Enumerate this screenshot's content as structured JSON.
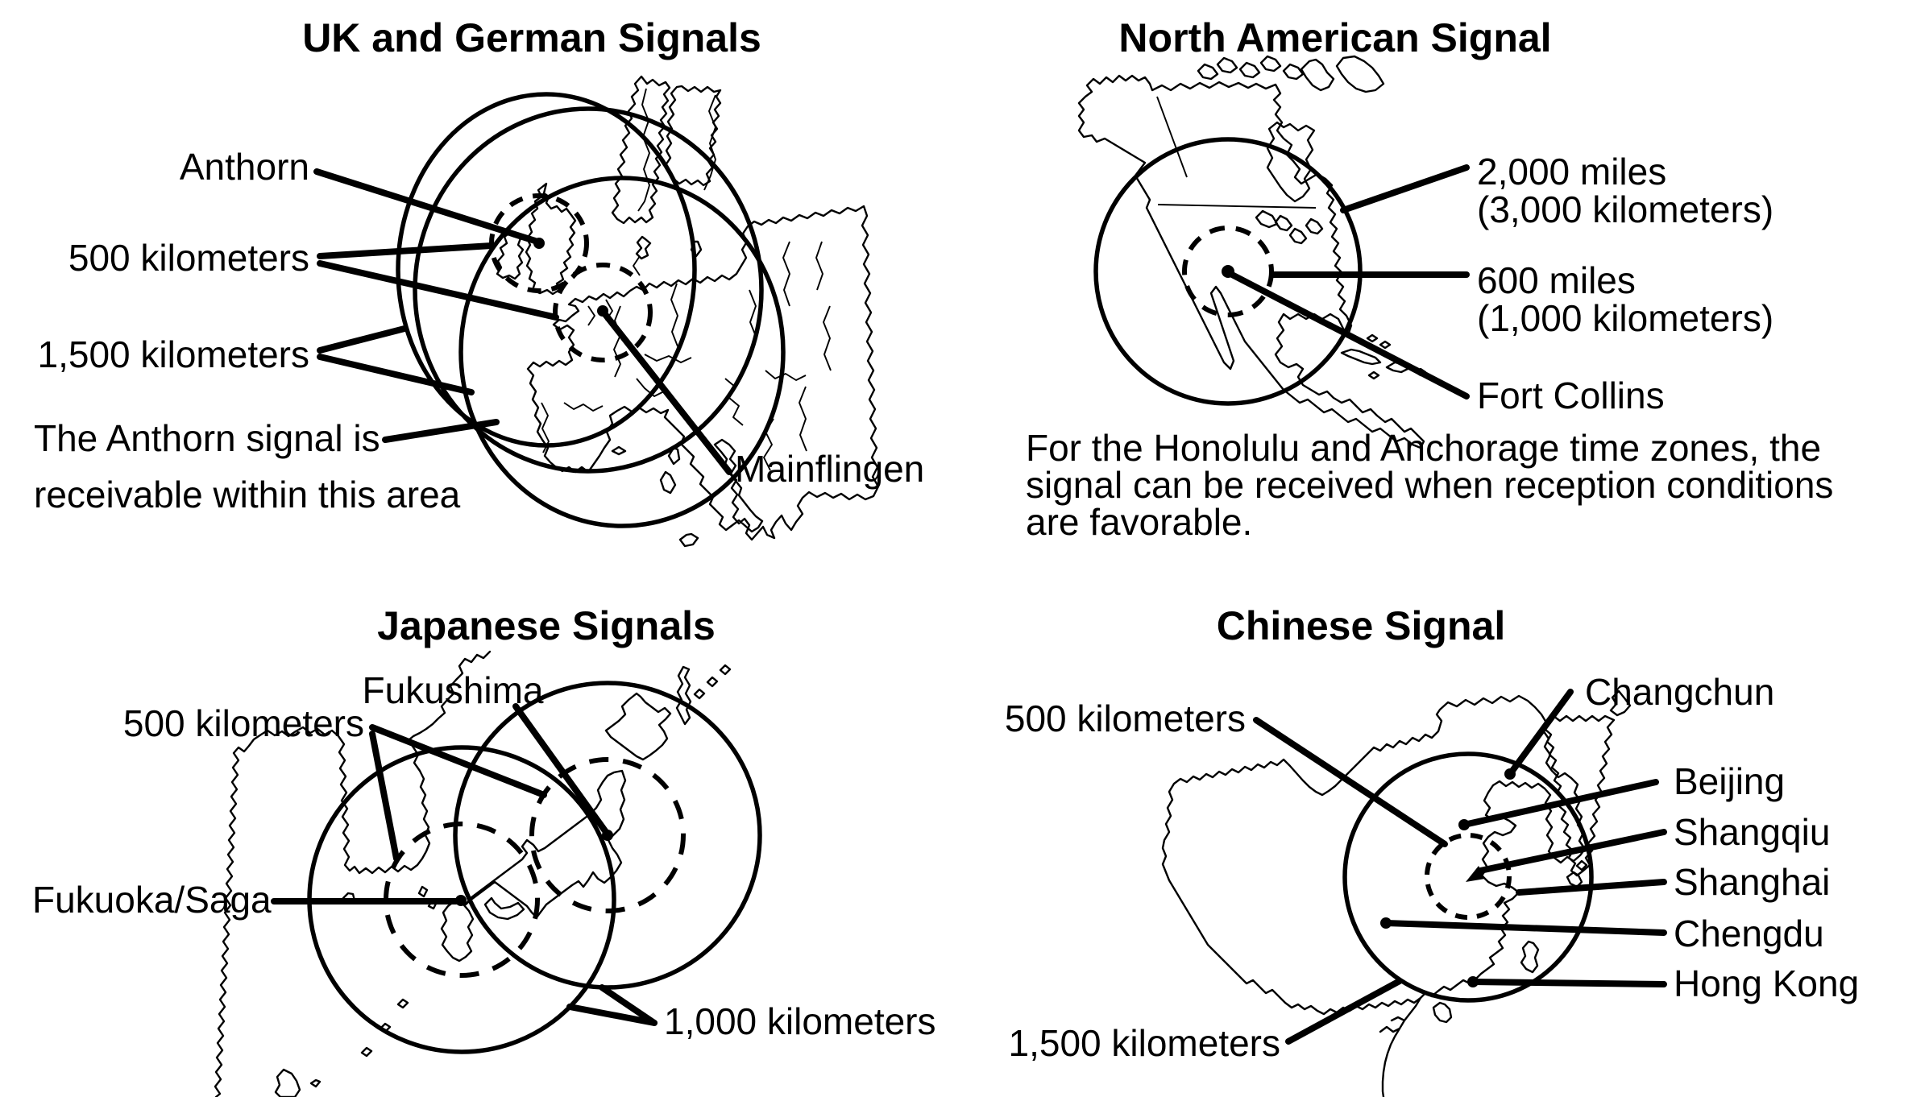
{
  "figure": {
    "background": "#ffffff",
    "ink": "#000000"
  },
  "panels": {
    "uk_german": {
      "title": "UK and German Signals",
      "stations": [
        {
          "name": "Anthorn"
        },
        {
          "name": "Mainflingen"
        }
      ],
      "range_labels": {
        "r500": "500 kilometers",
        "r1500": "1,500 kilometers"
      },
      "area_note": {
        "line1": "The Anthorn signal is",
        "line2": "receivable within this area"
      },
      "ring_colors": {
        "anthorn_1500": "#000000",
        "anthorn_area": "#a9a9a9",
        "mainflingen_1500": "#4f4f4f"
      }
    },
    "north_american": {
      "title": "North American Signal",
      "station": {
        "name": "Fort Collins"
      },
      "outer_ring": {
        "line1": "2,000 miles",
        "line2": "(3,000 kilometers)"
      },
      "inner_ring": {
        "line1": "600 miles",
        "line2": "(1,000 kilometers)"
      },
      "note": {
        "line1": "For the Honolulu and Anchorage time zones, the",
        "line2": "signal can be received when reception conditions",
        "line3": "are favorable."
      }
    },
    "japanese": {
      "title": "Japanese Signals",
      "stations": [
        {
          "name": "Fukushima"
        },
        {
          "name": "Fukuoka/Saga"
        }
      ],
      "range_labels": {
        "r500": "500 kilometers",
        "r1000": "1,000 kilometers"
      }
    },
    "chinese": {
      "title": "Chinese Signal",
      "range_labels": {
        "r500": "500 kilometers",
        "r1500": "1,500 kilometers"
      },
      "cities": [
        {
          "name": "Changchun"
        },
        {
          "name": "Beijing"
        },
        {
          "name": "Shangqiu"
        },
        {
          "name": "Shanghai"
        },
        {
          "name": "Chengdu"
        },
        {
          "name": "Hong Kong"
        }
      ]
    }
  }
}
